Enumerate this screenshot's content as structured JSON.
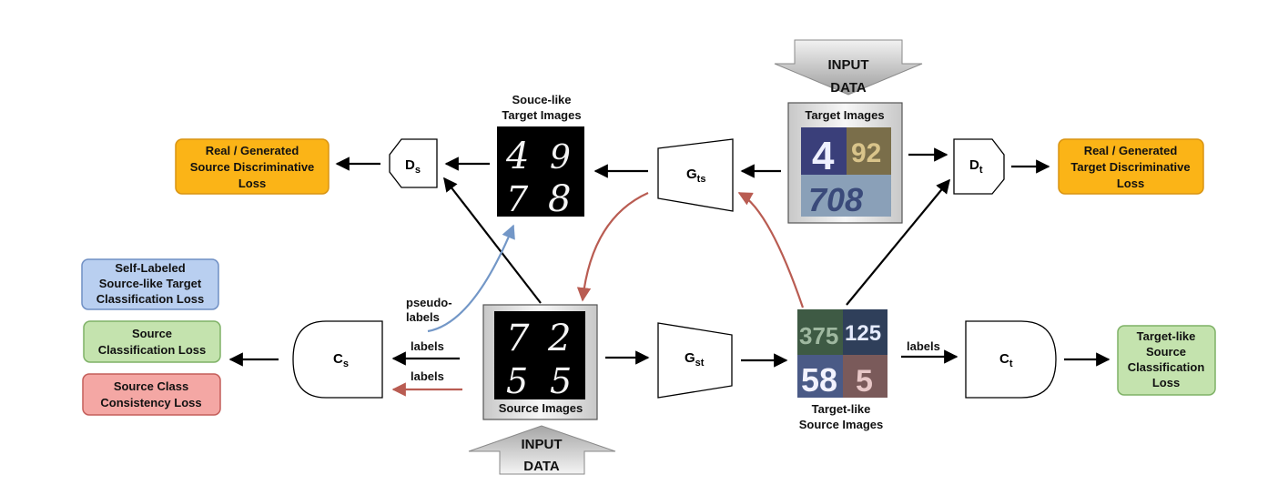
{
  "input_label": {
    "line1": "INPUT",
    "line2": "DATA"
  },
  "images": {
    "target_title": "Target Images",
    "source_title": "Source Images",
    "source_like_title_1": "Souce-like",
    "source_like_title_2": "Target Images",
    "target_like_title_1": "Target-like",
    "target_like_title_2": "Source Images"
  },
  "digits": {
    "source_like": [
      "4",
      "9",
      "7",
      "8"
    ],
    "source": [
      "7",
      "2",
      "5",
      "5"
    ],
    "target": [
      "4",
      "92",
      "708"
    ],
    "target_like": [
      "375",
      "125",
      "58",
      "5"
    ]
  },
  "nodes": {
    "ds": {
      "main": "D",
      "sub": "s"
    },
    "dt": {
      "main": "D",
      "sub": "t"
    },
    "gts": {
      "main": "G",
      "sub": "ts"
    },
    "gst": {
      "main": "G",
      "sub": "st"
    },
    "cs": {
      "main": "C",
      "sub": "s"
    },
    "ct": {
      "main": "C",
      "sub": "t"
    }
  },
  "losses": {
    "source_disc": [
      "Real / Generated",
      "Source Discriminative",
      "Loss"
    ],
    "target_disc": [
      "Real / Generated",
      "Target Discriminative",
      "Loss"
    ],
    "self_labeled": [
      "Self-Labeled",
      "Source-like Target",
      "Classification Loss"
    ],
    "source_class": [
      "Source",
      "Classification Loss"
    ],
    "consistency": [
      "Source Class",
      "Consistency Loss"
    ],
    "target_like_class": [
      "Target-like",
      "Source",
      "Classification",
      "Loss"
    ]
  },
  "edge_labels": {
    "pseudo_1": "pseudo-",
    "pseudo_2": "labels",
    "labels_black": "labels",
    "labels_red": "labels",
    "labels_ct": "labels"
  },
  "colors": {
    "orange_fill": "#fbb417",
    "orange_stroke": "#d99412",
    "blue_fill": "#b9cff0",
    "blue_stroke": "#6f8fc4",
    "green_fill": "#c4e3ae",
    "green_stroke": "#7fb267",
    "red_fill": "#f4a7a4",
    "red_stroke": "#c45e5a",
    "red_arrow": "#b95c52",
    "blue_arrow": "#7397c7"
  }
}
